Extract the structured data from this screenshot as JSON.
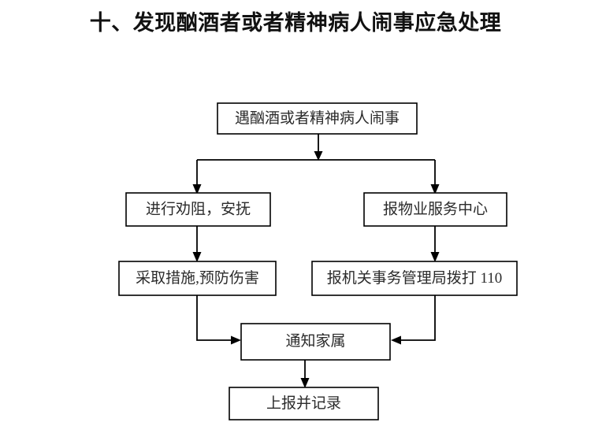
{
  "document": {
    "title": "十、发现酗酒者或者精神病人闹事应急处理",
    "background_color": "#ffffff",
    "line_color": "#000000",
    "text_color": "#2b2b2b"
  },
  "flowchart": {
    "type": "flowchart",
    "orientation": "top-down",
    "nodes": [
      {
        "id": "n1",
        "label": "遇酗酒或者精神病人闹事",
        "shape": "rectangle",
        "row": 1,
        "column": "center"
      },
      {
        "id": "n2",
        "label": "进行劝阻，安抚",
        "shape": "rectangle",
        "row": 2,
        "column": "left"
      },
      {
        "id": "n3",
        "label": "报物业服务中心",
        "shape": "rectangle",
        "row": 2,
        "column": "right"
      },
      {
        "id": "n4",
        "label": "采取措施,预防伤害",
        "shape": "rectangle",
        "row": 3,
        "column": "left"
      },
      {
        "id": "n5",
        "label": "报机关事务管理局拨打 110",
        "shape": "rectangle",
        "row": 3,
        "column": "right"
      },
      {
        "id": "n6",
        "label": "通知家属",
        "shape": "rectangle",
        "row": 4,
        "column": "center"
      },
      {
        "id": "n7",
        "label": "上报并记录",
        "shape": "rectangle",
        "row": 5,
        "column": "center"
      }
    ],
    "edges": [
      {
        "from": "n1",
        "to": "n2",
        "style": "split-down-arrow"
      },
      {
        "from": "n1",
        "to": "n3",
        "style": "split-down-arrow"
      },
      {
        "from": "n2",
        "to": "n4",
        "style": "straight-down-arrow"
      },
      {
        "from": "n3",
        "to": "n5",
        "style": "straight-down-arrow"
      },
      {
        "from": "n4",
        "to": "n6",
        "style": "down-then-right-arrow"
      },
      {
        "from": "n5",
        "to": "n6",
        "style": "down-then-left-arrow"
      },
      {
        "from": "n6",
        "to": "n7",
        "style": "straight-down-arrow"
      }
    ]
  }
}
